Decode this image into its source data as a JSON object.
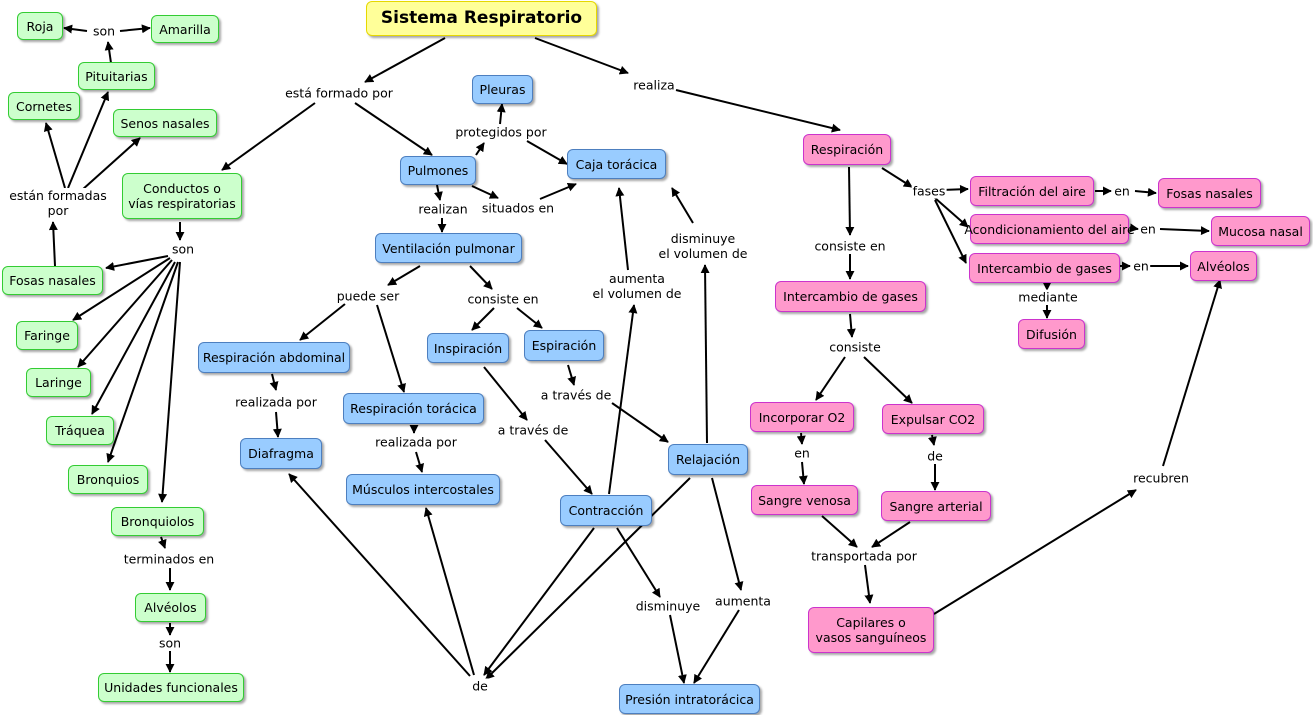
{
  "nodes": {
    "title": "Sistema Respiratorio",
    "roja": "Roja",
    "amarilla": "Amarilla",
    "pituitarias": "Pituitarias",
    "cornetes": "Cornetes",
    "senos_nasales": "Senos nasales",
    "conductos_1": "Conductos o",
    "conductos_2": "vías respiratorias",
    "fosas_nasales_g": "Fosas nasales",
    "faringe": "Faringe",
    "laringe": "Laringe",
    "traquea": "Tráquea",
    "bronquios": "Bronquios",
    "bronquiolos": "Bronquiolos",
    "alveolos_g": "Alvéolos",
    "unidades": "Unidades funcionales",
    "pleuras": "Pleuras",
    "pulmones": "Pulmones",
    "caja_toracica": "Caja torácica",
    "ventilacion": "Ventilación pulmonar",
    "inspiracion": "Inspiración",
    "espiracion": "Espiración",
    "resp_abdominal": "Respiración abdominal",
    "diafragma": "Diafragma",
    "resp_toracica": "Respiración torácica",
    "musculos": "Músculos intercostales",
    "contraccion": "Contracción",
    "relajacion": "Relajación",
    "presion": "Presión intratorácica",
    "respiracion": "Respiración",
    "filtracion": "Filtración del aire",
    "fosas_nasales_p": "Fosas nasales",
    "acondicionamiento": "Acondicionamiento del aire",
    "mucosa": "Mucosa nasal",
    "intercambio_1": "Intercambio de gases",
    "alveolos_p": "Alvéolos",
    "difusion": "Difusión",
    "intercambio_2": "Intercambio de gases",
    "incorporar": "Incorporar O2",
    "expulsar": "Expulsar CO2",
    "sangre_venosa": "Sangre venosa",
    "sangre_arterial": "Sangre arterial",
    "capilares_1": "Capilares o",
    "capilares_2": "vasos sanguíneos"
  },
  "links": {
    "son_top": "son",
    "estan_formadas_1": "están formadas",
    "estan_formadas_2": "por",
    "son_mid": "son",
    "terminados_en": "terminados en",
    "son_bottom": "son",
    "esta_formado_por": "está formado por",
    "realiza": "realiza",
    "protegidos_por": "protegidos por",
    "realizan": "realizan",
    "situados_en": "situados en",
    "puede_ser": "puede ser",
    "consiste_en_v": "consiste en",
    "realizada_por_1": "realizada por",
    "realizada_por_2": "realizada por",
    "a_traves_de_1": "a través de",
    "a_traves_de_2": "a través de",
    "aumenta_vol_1": "aumenta",
    "aumenta_vol_2": "el volumen de",
    "disminuye_vol_1": "disminuye",
    "disminuye_vol_2": "el volumen de",
    "de_bottom": "de",
    "disminuye": "disminuye",
    "aumenta": "aumenta",
    "fases": "fases",
    "en_1": "en",
    "en_2": "en",
    "en_3": "en",
    "mediante": "mediante",
    "consiste_en_r": "consiste en",
    "consiste": "consiste",
    "en_4": "en",
    "de_right": "de",
    "transportada_por": "transportada por",
    "recubren": "recubren"
  },
  "colors": {
    "green_fill": "#ccffcc",
    "green_border": "#33cc33",
    "blue_fill": "#99ccff",
    "blue_border": "#4d7fbf",
    "pink_fill": "#ff99cc",
    "pink_border": "#cc33cc",
    "yellow_fill": "#ffff99",
    "yellow_border": "#e6d800"
  }
}
